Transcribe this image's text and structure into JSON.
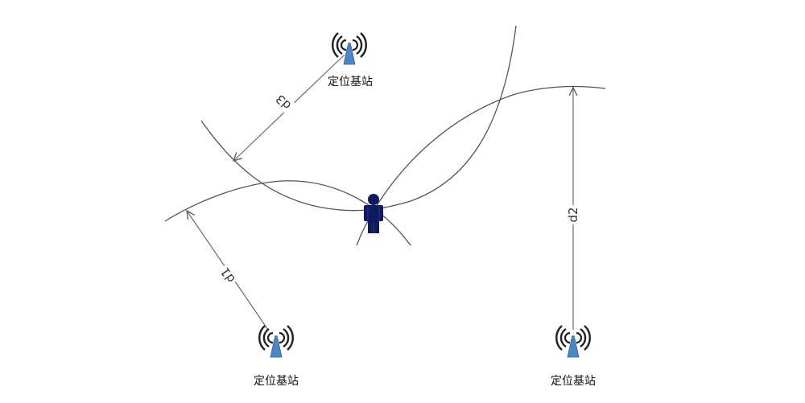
{
  "diagram": {
    "type": "trilateration-positioning",
    "colors": {
      "station_body": "#4a86c8",
      "station_waves": "#222222",
      "person": "#0d1b5e",
      "arc_stroke": "#555555",
      "dimension_stroke": "#6a6a6a"
    },
    "stations": [
      {
        "id": "top",
        "label": "定位基站",
        "icon": "radio-tower-icon"
      },
      {
        "id": "bottom-left",
        "label": "定位基站",
        "icon": "radio-tower-icon"
      },
      {
        "id": "bottom-right",
        "label": "定位基站",
        "icon": "radio-tower-icon"
      }
    ],
    "target": {
      "icon": "person-icon"
    },
    "distances": [
      {
        "id": "d1",
        "label": "d1",
        "from": "bottom-left"
      },
      {
        "id": "d2",
        "label": "d2",
        "from": "bottom-right"
      },
      {
        "id": "d3",
        "label": "d3",
        "from": "top"
      }
    ]
  }
}
